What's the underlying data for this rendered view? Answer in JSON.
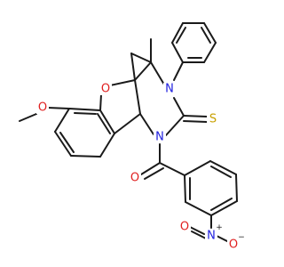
{
  "molecule": {
    "atoms": {
      "O_ether": {
        "symbol": "O",
        "color": "#e02020"
      },
      "O_methoxy": {
        "symbol": "O",
        "color": "#e02020"
      },
      "N_phenyl": {
        "symbol": "N",
        "color": "#2020e0"
      },
      "N_acyl": {
        "symbol": "N",
        "color": "#2020e0"
      },
      "S_thione": {
        "symbol": "S",
        "color": "#c8a000"
      },
      "O_carbonyl": {
        "symbol": "O",
        "color": "#e02020"
      },
      "N_nitro": {
        "symbol": "N",
        "color": "#2020e0"
      },
      "O_nitro_1": {
        "symbol": "O",
        "color": "#e02020"
      },
      "O_nitro_2": {
        "symbol": "O",
        "color": "#e02020"
      }
    },
    "charges": {
      "N_nitro": "+",
      "O_nitro_2": "−"
    },
    "bond_color": "#1a1a1a"
  }
}
